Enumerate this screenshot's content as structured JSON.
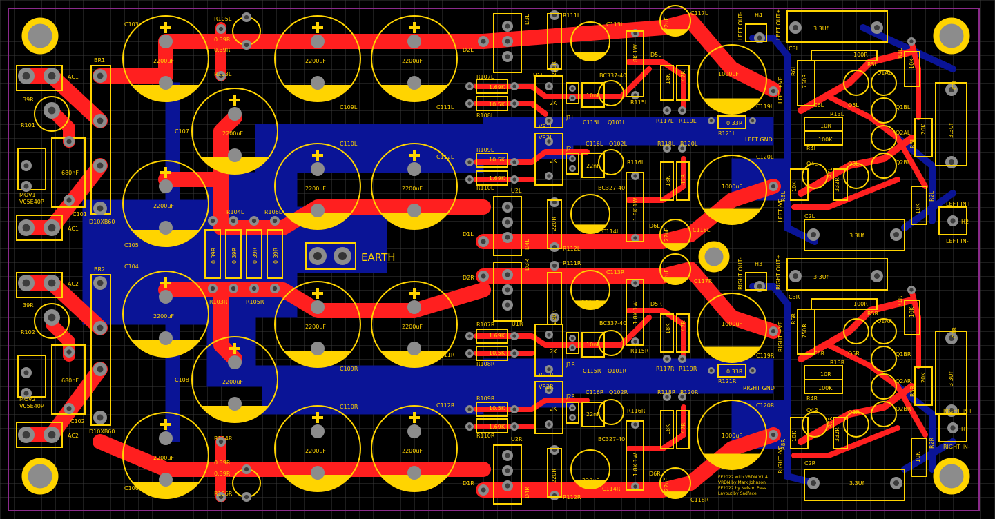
{
  "colors": {
    "background": "#000000",
    "grid": "#3a3a3a",
    "outline": "#8a2a8a",
    "top_copper": "#ff1f1f",
    "bottom_copper": "#0a1496",
    "silkscreen": "#ffd400",
    "pad": "#8c8c8c"
  },
  "earth_label": "EARTH",
  "credits": [
    "FE2022 with VRDN V1.4",
    "VRDN by Mark Johnson",
    "FE2022 by Nelson Pass",
    "Layout by Sadface"
  ],
  "power": {
    "bridge_top": "BR1",
    "bridge_bottom": "BR2",
    "bridge_part_top": "D10XB60",
    "bridge_part_bottom": "D10XB60",
    "ac1_top": "AC1",
    "ac1_bot": "AC1",
    "ac2_top": "AC2",
    "ac2_bot": "AC2",
    "r101": "R101",
    "r102": "R102",
    "r_val": "39R",
    "mov1": "MOV1",
    "mov2": "MOV2",
    "mov_part": "V05E40P",
    "c101": "C101",
    "c102": "C102",
    "cap680": "680nF",
    "cap2200": "2200uF",
    "c103": "C103",
    "c104": "C104",
    "c105": "C105",
    "c106": "C106",
    "c107": "C107",
    "c108": "C108",
    "c109l": "C109L",
    "c110l": "C110L",
    "c111l": "C111L",
    "c112l": "C112L",
    "c109r": "C109R",
    "c110r": "C110R",
    "c111r": "C111R",
    "c112r": "C112R",
    "r103l": "R103L",
    "r104l": "R104L",
    "r105l": "R105L",
    "r106l": "R106L",
    "r103r": "R103R",
    "r104r": "R104R",
    "r105r": "R105R",
    "r106r": "R106R",
    "r039": "0.39R"
  },
  "reg_left": {
    "d2": "D2L",
    "d3": "D3L",
    "d1": "D1L",
    "d4": "D4L",
    "u1": "U1L",
    "u2": "U2L",
    "r111": "R111L",
    "r112": "R112L",
    "r107": "R107L",
    "r108": "R108L",
    "r109": "R109L",
    "r110": "R110L",
    "v169": "1.69K",
    "v105": "10.5K",
    "v220": "220R",
    "v2k": "2K",
    "vr1": "VR1L",
    "vr2": "VR2L",
    "j1": "J1L",
    "j2": "J2L",
    "c113": "C113L",
    "c114": "C114L",
    "c115": "C115L",
    "c116": "C116L",
    "c117": "C117L",
    "c118": "C118L",
    "c119": "C119L",
    "c120": "C120L",
    "v220u": "220uF",
    "v10n": "10nF",
    "v22n": "22nF",
    "v22u": "22uF",
    "v1000": "1000uF",
    "q101": "Q101L",
    "q102": "Q102L",
    "bc337": "BC337-40",
    "bc327": "BC327-40",
    "r115": "R115L",
    "r116": "R116L",
    "r117": "R117L",
    "r118": "R118L",
    "r119": "R119L",
    "r120": "R120L",
    "r121": "R121L",
    "d5": "D5L",
    "d6": "D6L",
    "v8k": "8K 1W",
    "v18k": "1.8K 1W",
    "v18": "18K",
    "v47": "47R",
    "v033": "0.33R",
    "plus": "LEFT +VE",
    "minus": "LEFT -VE",
    "gnd": "LEFT GND"
  },
  "reg_right": {
    "d2": "D2R",
    "d3": "D3R",
    "d1": "D1R",
    "d4": "D4R",
    "u1": "U1R",
    "u2": "U2R",
    "r111": "R111R",
    "r112": "R112R",
    "r107": "R107R",
    "r108": "R108R",
    "r109": "R109R",
    "r110": "R110R",
    "v169": "1.69K",
    "v105": "10.5K",
    "v220": "220R",
    "v2k": "2K",
    "vr1": "VR1R",
    "vr2": "VR2R",
    "j1": "J1R",
    "j2": "J2R",
    "c113": "C113R",
    "c114": "C114R",
    "c115": "C115R",
    "c116": "C116R",
    "c117": "C117R",
    "c118": "C118R",
    "c119": "C119R",
    "c120": "C120R",
    "v220u": "220uF",
    "v10n": "10nF",
    "v22n": "22nF",
    "v22u": "22uF",
    "v1000": "1000uF",
    "q101": "Q101R",
    "q102": "Q102R",
    "bc337": "BC337-40",
    "bc327": "BC327-40",
    "r115": "R115R",
    "r116": "R116R",
    "r117": "R117R",
    "r118": "R118R",
    "r119": "R119R",
    "r120": "R120R",
    "r121": "R121R",
    "d5": "D5R",
    "d6": "D6R",
    "v8k": "1.8K 1W",
    "v18k": "1.8K 1W",
    "v18": "18K",
    "v47": "47R",
    "v033": "0.33R",
    "plus": "RIGHT +VE",
    "minus": "RIGHT -VE",
    "gnd": "RIGHT GND"
  },
  "amp_left": {
    "out_minus": "LEFT OUT-",
    "out_plus": "LEFT OUT+",
    "h": "H4",
    "in_plus": "LEFT IN+",
    "in_minus": "LEFT IN-",
    "h_in": "H2",
    "c1": "C1L",
    "c2": "C2L",
    "c3": "C3L",
    "v33": "3.3Uf",
    "r1": "R1L",
    "r2": "R2L",
    "r3": "R3L",
    "r4": "R4L",
    "r5": "R5L",
    "r6": "R6L",
    "r7": "R7L",
    "r8": "R8L",
    "r13": "R13L",
    "v750": "750R",
    "v100r": "100R",
    "v10r": "10R",
    "v100k": "100K",
    "v10k": "10K",
    "v20k": "20K",
    "v332": "332R",
    "q1a": "Q1AL",
    "q1b": "Q1BL",
    "q2a": "Q2AL",
    "q2b": "Q2BL",
    "q3": "Q3L",
    "q4": "Q4L",
    "q5": "Q5L",
    "c6": "C6L"
  },
  "amp_right": {
    "out_minus": "RIGHT OUT-",
    "out_plus": "RIGHT OUT+",
    "h": "H3",
    "in_plus": "RIGHT IN+",
    "in_minus": "RIGHT IN-",
    "h_in": "H1",
    "c1": "C1R",
    "c2": "C2R",
    "c3": "C3R",
    "v33": "3.3Uf",
    "r1": "R1R",
    "r2": "R2R",
    "r3": "R3R",
    "r4": "R4R",
    "r5": "R5R",
    "r6": "R6R",
    "r7": "R7R",
    "r8": "R8R",
    "r13": "R13R",
    "v750": "750R",
    "v100r": "100R",
    "v10r": "10R",
    "v100k": "100K",
    "v10k": "10K",
    "v20k": "20K",
    "v332": "332R",
    "q1a": "Q1AR",
    "q1b": "Q1BR",
    "q2a": "Q2AR",
    "q2b": "Q2BR",
    "q3": "Q3R",
    "q4": "Q4R",
    "q5": "Q5R",
    "c6": "C6R"
  }
}
